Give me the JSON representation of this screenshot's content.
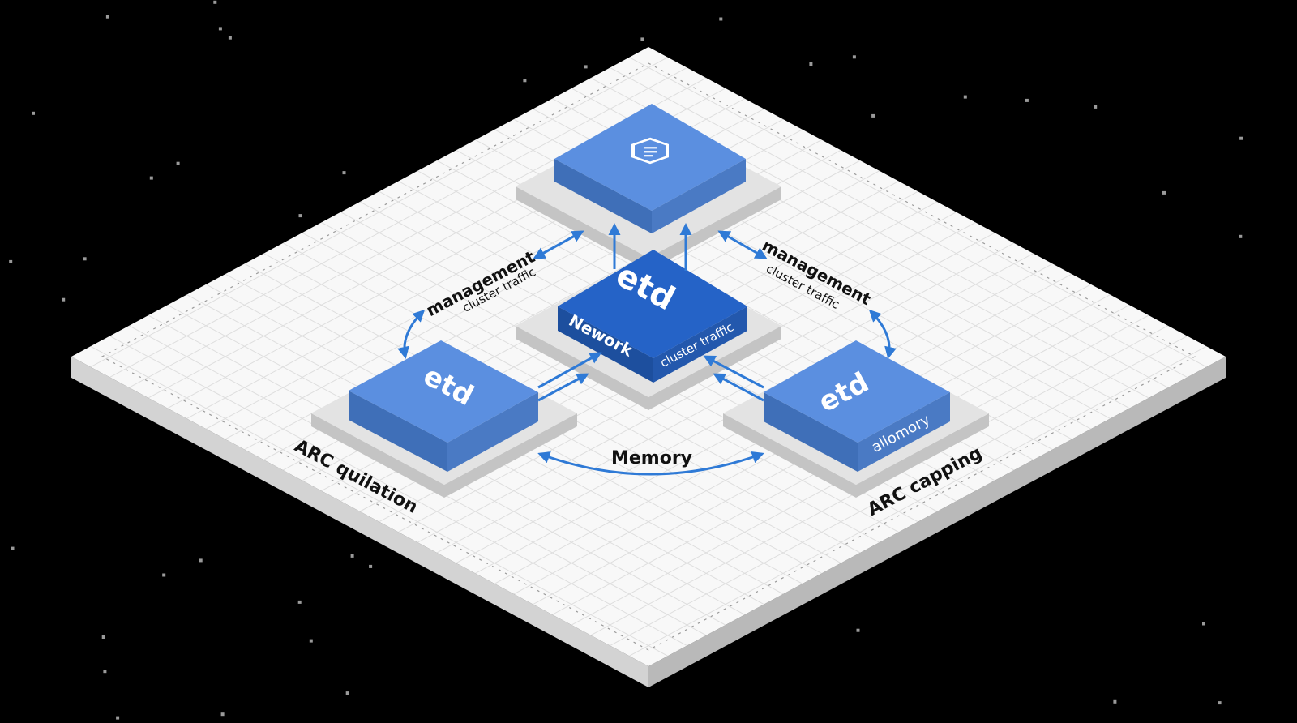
{
  "diagram": {
    "top_node": {
      "icon": "hexagon-logo-icon"
    },
    "center_node": {
      "title": "etd",
      "left_label": "Nework",
      "right_label": "cluster traffic"
    },
    "left_node": {
      "title": "etd"
    },
    "right_node": {
      "title": "etd",
      "sub_label": "allomory"
    },
    "left_link": {
      "title": "management",
      "subtitle": "cluster traffic"
    },
    "right_link": {
      "title": "management",
      "subtitle": "cluster traffic"
    },
    "bottom_link": {
      "label": "Memory"
    },
    "left_corner_label": "ARC quilation",
    "right_corner_label": "ARC capping"
  },
  "colors": {
    "background": "#000000",
    "platform_top": "#f8f8f8",
    "grid_line": "#dcdcdc",
    "node_top": "#5b8fe0",
    "center_top": "#2563c7",
    "arrow": "#2f7ad6"
  }
}
